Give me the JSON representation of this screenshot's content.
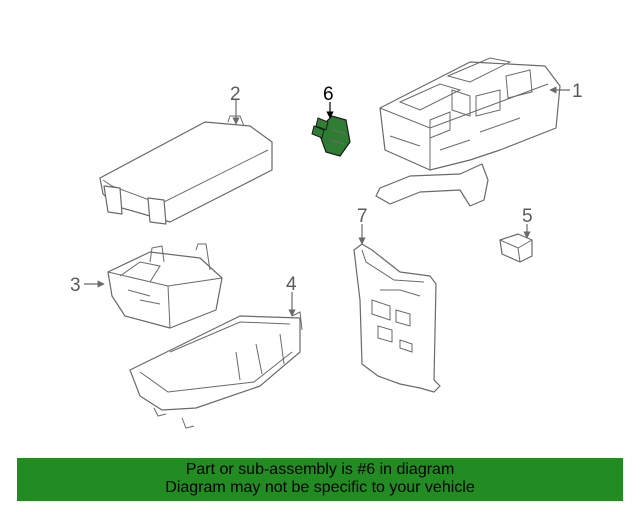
{
  "callouts": {
    "c1": "1",
    "c2": "2",
    "c3": "3",
    "c4": "4",
    "c5": "5",
    "c6": "6",
    "c7": "7"
  },
  "banner": {
    "line1": "Part or sub-assembly is #6 in diagram",
    "line2": "Diagram may not be specific to your vehicle"
  },
  "colors": {
    "banner": "#228b22",
    "highlight_part": "#2e7d32"
  }
}
